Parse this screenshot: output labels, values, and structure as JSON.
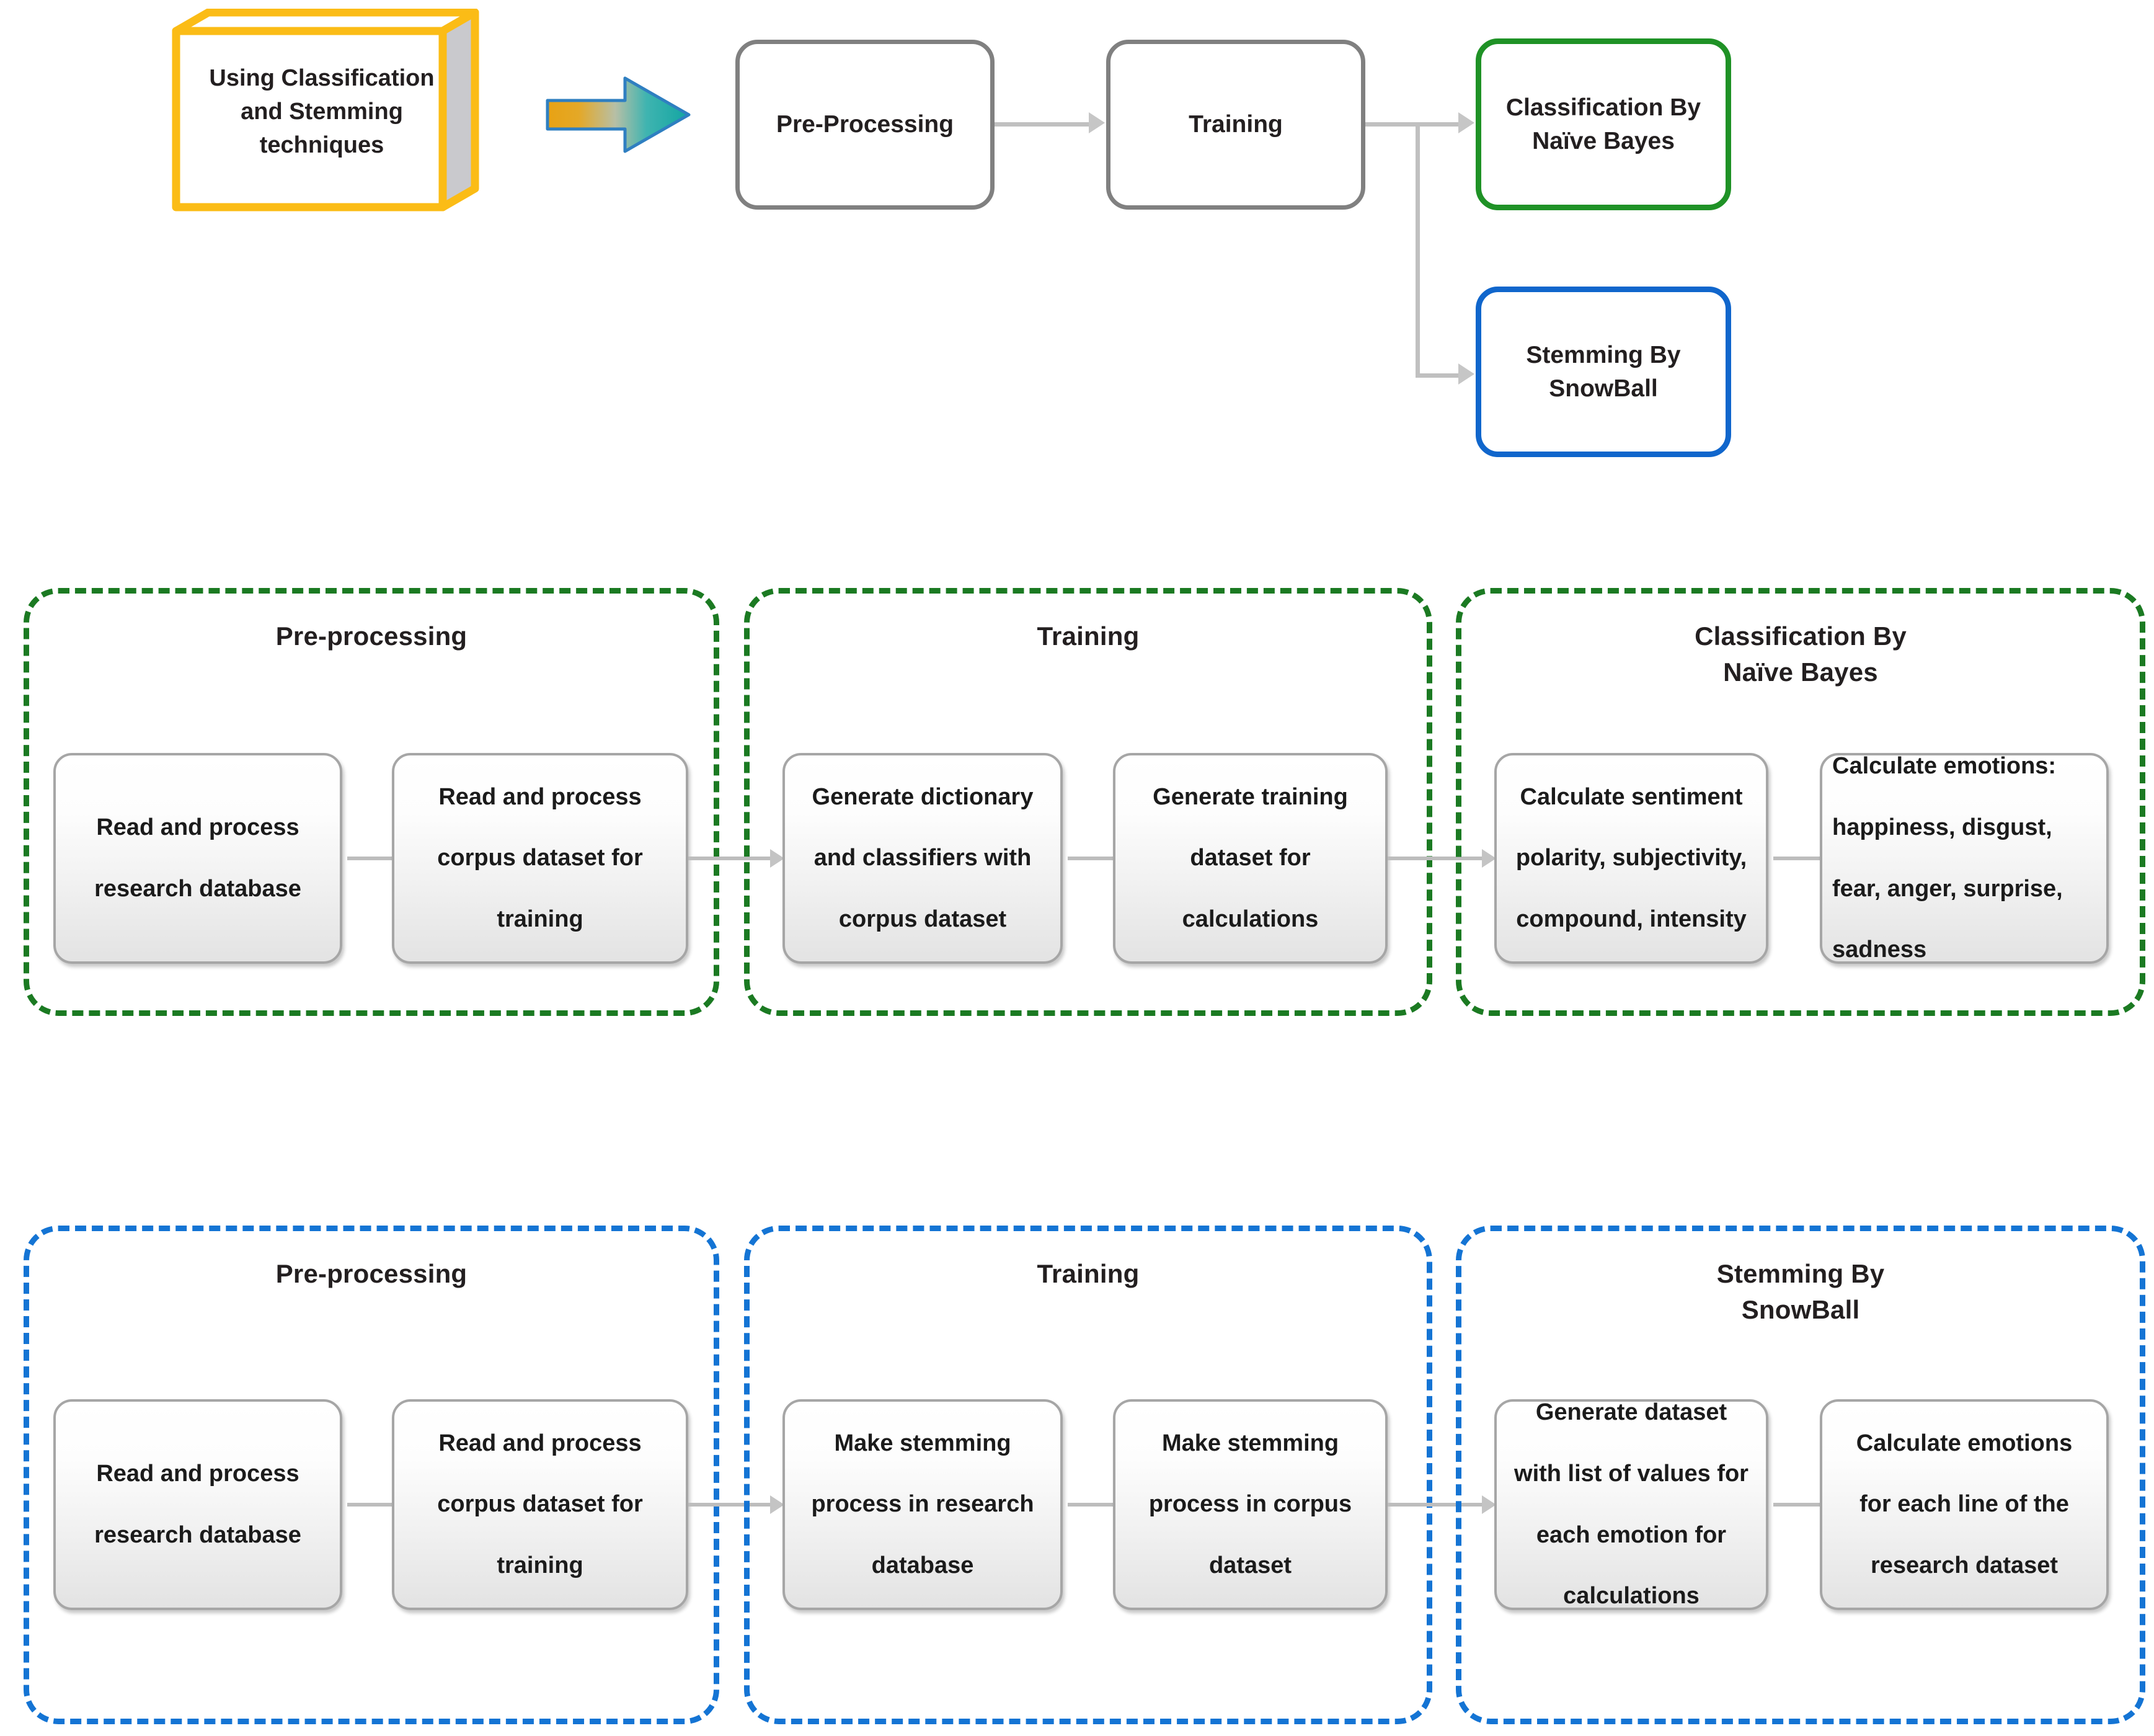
{
  "input_node": {
    "label": "Using Classification and Stemming techniques",
    "lines": [
      "Using Classification",
      "and Stemming",
      "techniques"
    ],
    "border_color": "#f5b816",
    "side_face_color": "#c9c9cd"
  },
  "main_arrow": {
    "name": "gradient-right-arrow",
    "gradient_from": "#e8a213",
    "gradient_to": "#17a5a5",
    "outline_color": "#2f7fc1"
  },
  "top_flow": {
    "nodes": [
      {
        "id": "pre-processing",
        "label": "Pre-Processing",
        "border_color": "#808080"
      },
      {
        "id": "training",
        "label": "Training",
        "border_color": "#808080"
      },
      {
        "id": "classification",
        "label": "Classification By\nNaïve Bayes",
        "line1": "Classification By",
        "line2": "Naïve Bayes",
        "border_color": "#1f9226"
      },
      {
        "id": "stemming",
        "label": "Stemming By\nSnowBall",
        "line1": "Stemming By",
        "line2": "SnowBall",
        "border_color": "#1066cc"
      }
    ],
    "connector_color": "#c0c0c0"
  },
  "pipelines": [
    {
      "id": "naive-bayes-pipeline",
      "accent_color": "#1b7a22",
      "style": "dashed-green",
      "stages": [
        {
          "id": "pre-processing",
          "title_lines": [
            "Pre-processing"
          ],
          "steps": [
            {
              "id": "read-research-db",
              "lines": [
                "Read and process",
                "research database"
              ]
            },
            {
              "id": "read-corpus-dataset",
              "lines": [
                "Read and process",
                "corpus dataset for",
                "training"
              ]
            }
          ]
        },
        {
          "id": "training",
          "title_lines": [
            "Training"
          ],
          "steps": [
            {
              "id": "generate-dictionary",
              "lines": [
                "Generate dictionary",
                "and classifiers with",
                "corpus dataset"
              ]
            },
            {
              "id": "generate-training-dataset",
              "lines": [
                "Generate training",
                "dataset for",
                "calculations"
              ]
            }
          ]
        },
        {
          "id": "classification-naive-bayes",
          "title_lines": [
            "Classification By",
            "Naïve Bayes"
          ],
          "steps": [
            {
              "id": "calculate-sentiment",
              "lines": [
                "Calculate sentiment",
                "polarity, subjectivity,",
                "compound, intensity"
              ]
            },
            {
              "id": "calculate-emotions",
              "align": "left",
              "lines": [
                "Calculate emotions:",
                "happiness, disgust,",
                "fear, anger, surprise,",
                "sadness"
              ]
            }
          ]
        }
      ]
    },
    {
      "id": "snowball-pipeline",
      "accent_color": "#1474d4",
      "style": "dashed-blue",
      "stages": [
        {
          "id": "pre-processing",
          "title_lines": [
            "Pre-processing"
          ],
          "steps": [
            {
              "id": "read-research-db",
              "lines": [
                "Read and process",
                "research database"
              ]
            },
            {
              "id": "read-corpus-dataset",
              "lines": [
                "Read and process",
                "corpus dataset for",
                "training"
              ]
            }
          ]
        },
        {
          "id": "training",
          "title_lines": [
            "Training"
          ],
          "steps": [
            {
              "id": "stem-research-db",
              "lines": [
                "Make stemming",
                "process in research",
                "database"
              ]
            },
            {
              "id": "stem-corpus-dataset",
              "lines": [
                "Make stemming",
                "process in corpus",
                "dataset"
              ]
            }
          ]
        },
        {
          "id": "stemming-snowball",
          "title_lines": [
            "Stemming By",
            "SnowBall"
          ],
          "steps": [
            {
              "id": "generate-emotion-values",
              "lines": [
                "Generate dataset",
                "with list of values for",
                "each emotion for",
                "calculations"
              ]
            },
            {
              "id": "calculate-emotions-lines",
              "lines": [
                "Calculate emotions",
                "for each line of the",
                "research dataset"
              ]
            }
          ]
        }
      ]
    }
  ]
}
